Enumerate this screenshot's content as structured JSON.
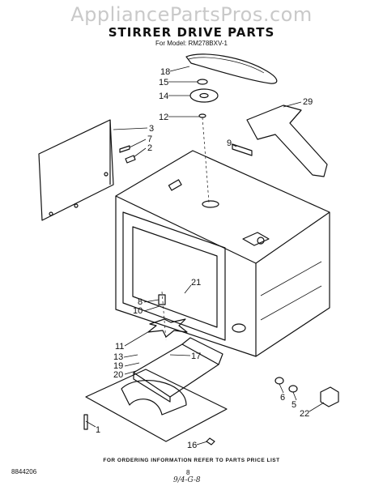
{
  "watermark": "AppliancePartsPros.com",
  "title": "STIRRER DRIVE PARTS",
  "model": "For Model: RM278BXV-1",
  "callouts": [
    "18",
    "15",
    "14",
    "12",
    "3",
    "7",
    "2",
    "9",
    "29",
    "21",
    "8",
    "10",
    "11",
    "13",
    "19",
    "20",
    "17",
    "1",
    "6",
    "5",
    "22",
    "16"
  ],
  "footer": "FOR ORDERING INFORMATION REFER TO PARTS PRICE LIST",
  "doc_code": "8844206",
  "page_number": "8",
  "handwritten": "9/4-G-8"
}
